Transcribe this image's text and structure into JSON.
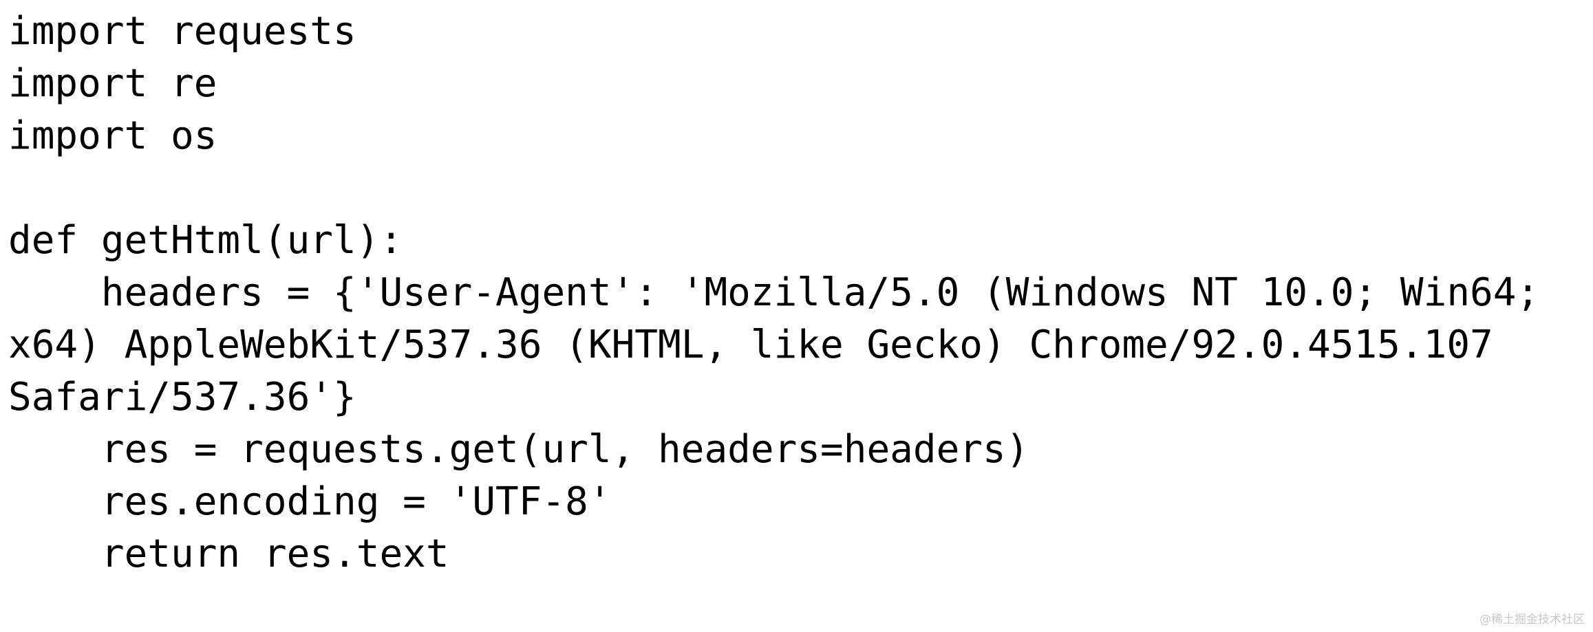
{
  "code": {
    "language": "python",
    "lines": [
      "import requests",
      "import re",
      "import os",
      "",
      "def getHtml(url):",
      "    headers = {'User-Agent': 'Mozilla/5.0 (Windows NT 10.0; Win64;",
      "x64) AppleWebKit/537.36 (KHTML, like Gecko) Chrome/92.0.4515.107",
      "Safari/537.36'}",
      "    res = requests.get(url, headers=headers)",
      "    res.encoding = 'UTF-8'",
      "    return res.text"
    ]
  },
  "watermark": {
    "text": "@稀土掘金技术社区"
  },
  "colors": {
    "background": "#ffffff",
    "text": "#000000",
    "watermark": "#c8c8c8"
  }
}
